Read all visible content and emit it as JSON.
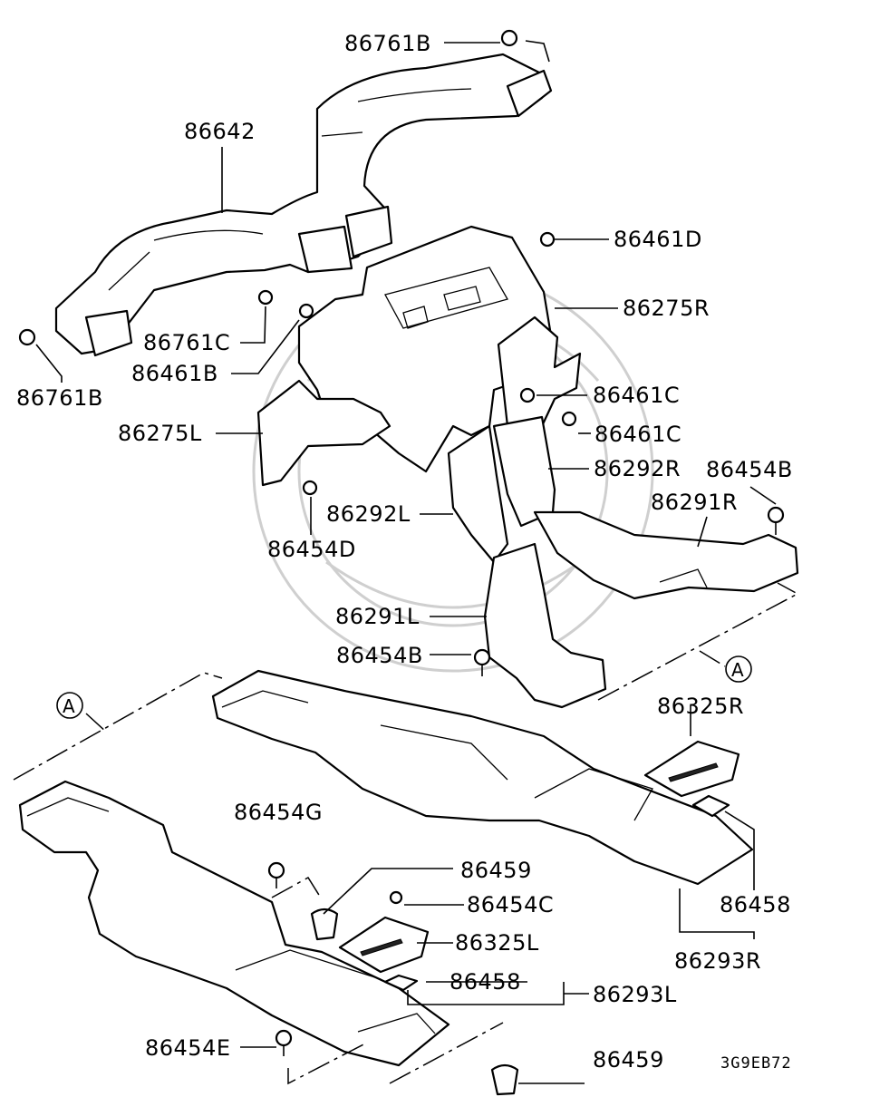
{
  "labels": {
    "p86761B_top": "86761B",
    "p86642": "86642",
    "p86461D": "86461D",
    "p86275R": "86275R",
    "p86761C": "86761C",
    "p86461B": "86461B",
    "p86761B_left": "86761B",
    "p86461C_a": "86461C",
    "p86461C_b": "86461C",
    "p86275L": "86275L",
    "p86292R": "86292R",
    "p86454B_right": "86454B",
    "p86291R": "86291R",
    "p86292L": "86292L",
    "p86454D": "86454D",
    "p86291L": "86291L",
    "p86454B_mid": "86454B",
    "refA_right": "A",
    "refA_left": "A",
    "p86325R": "86325R",
    "p86454G": "86454G",
    "p86459_top": "86459",
    "p86454C": "86454C",
    "p86458_right": "86458",
    "p86325L": "86325L",
    "p86293R": "86293R",
    "p86458_mid": "86458",
    "p86293L": "86293L",
    "p86454E": "86454E",
    "p86459_bottom": "86459",
    "diagram_code": "3G9EB72"
  }
}
